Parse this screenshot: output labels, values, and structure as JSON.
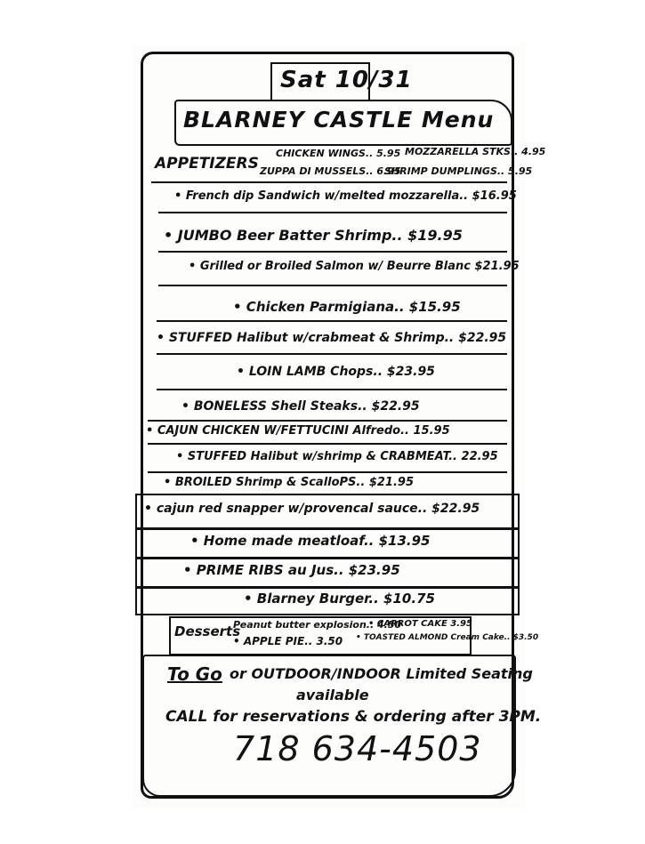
{
  "menu": {
    "date": "Sat 10/31",
    "title": "BLARNEY CASTLE Menu",
    "appetizers": {
      "label": "APPETIZERS",
      "items": [
        "CHICKEN WINGS.. 5.95",
        "MOZZARELLA STKS.. 4.95",
        "ZUPPA DI MUSSELS.. 6.95",
        "SHRIMP DUMPLINGS.. 5.95"
      ]
    },
    "entrees": [
      "• French dip Sandwich w/melted mozzarella.. $16.95",
      "• JUMBO Beer Batter Shrimp.. $19.95",
      "• Grilled or Broiled Salmon w/ Beurre Blanc $21.95",
      "• Chicken Parmigiana.. $15.95",
      "• STUFFED Halibut w/crabmeat & Shrimp.. $22.95",
      "• LOIN LAMB Chops.. $23.95",
      "• BONELESS Shell Steaks.. $22.95",
      "• CAJUN CHICKEN W/FETTUCINI Alfredo.. 15.95",
      "• STUFFED Halibut w/shrimp & CRABMEAT.. 22.95",
      "• BROILED Shrimp & ScalloPS.. $21.95",
      "• cajun red snapper w/provencal sauce.. $22.95",
      "• Home made meatloaf.. $13.95",
      "• PRIME RIBS au Jus.. $23.95",
      "• Blarney Burger.. $10.75"
    ],
    "desserts": {
      "label": "Desserts",
      "items": [
        "Peanut butter explosion.. 4.50",
        "• CARROT CAKE 3.95",
        "• APPLE PIE.. 3.50",
        "• TOASTED ALMOND Cream Cake.. $3.50"
      ]
    },
    "footer": {
      "to_go": "To Go",
      "to_go_rest": "or OUTDOOR/INDOOR Limited Seating",
      "available": "available",
      "call": "CALL for reservations & ordering after 3PM.",
      "phone": "718 634-4503"
    }
  }
}
